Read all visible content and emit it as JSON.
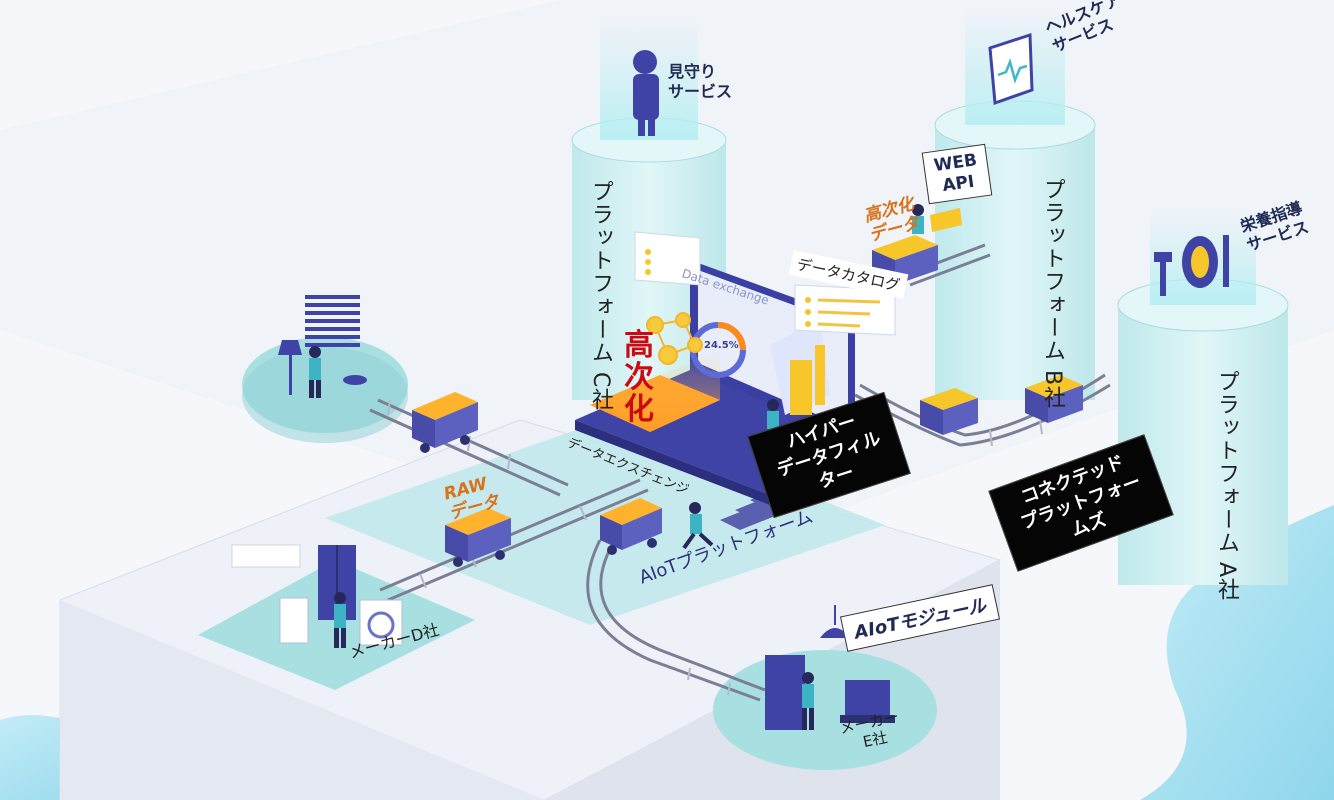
{
  "services": {
    "watch": [
      "見守り",
      "サービス"
    ],
    "health": [
      "ヘルスケア",
      "サービス"
    ],
    "nutrition": [
      "栄養指導",
      "サービス"
    ]
  },
  "platforms": {
    "c": "プラットフォーム C社",
    "b": "プラットフォーム B社",
    "a": "プラットフォーム A社"
  },
  "labels": {
    "web_api": [
      "WEB",
      "API"
    ],
    "processed_data": [
      "高次化",
      "データ"
    ],
    "data_catalog": "データカタログ",
    "data_exchange_en": "Data exchange",
    "dashboard_value": "24.5%",
    "koujika_big": [
      "高",
      "次",
      "化"
    ],
    "data_exchange_jp": "データエクスチェンジ",
    "hyper_filter": [
      "ハイパー",
      "データフィルター"
    ],
    "connected_platforms": [
      "コネクテッド",
      "プラットフォームズ"
    ],
    "raw_data": [
      "RAW",
      "データ"
    ],
    "aiot_platform": "AIoTプラットフォーム",
    "aiot_module": "AIoTモジュール",
    "maker_d": "メーカーD社",
    "maker_e": [
      "メーカー",
      "E社"
    ]
  },
  "colors": {
    "cylinder": "#c9eef0",
    "platform_teal": "#a8e0e2",
    "navy": "#3b3f99",
    "accent_yellow": "#f6c62b",
    "label_navy": "#1f2a55"
  }
}
